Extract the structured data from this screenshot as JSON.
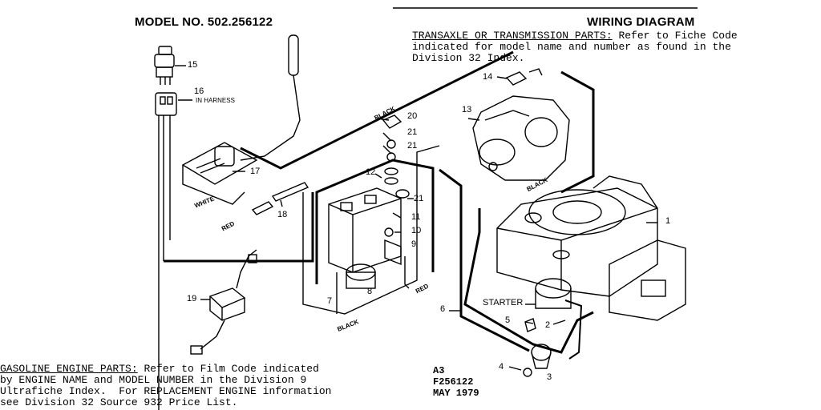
{
  "header": {
    "model": "MODEL NO. 502.256122",
    "title": "WIRING DIAGRAM"
  },
  "notes": {
    "transaxle_heading": "TRANSAXLE OR TRANSMISSION PARTS:",
    "transaxle_line1_rest": " Refer to Fiche Code",
    "transaxle_line2": "indicated for model name and number as found in the",
    "transaxle_line3": "Division 32 Index.",
    "engine_heading": "GASOLINE ENGINE PARTS:",
    "engine_line1_rest": " Refer to Film Code indicated",
    "engine_line2": "by ENGINE NAME and MODEL NUMBER in the Division 9",
    "engine_line3": "Ultrafiche Index.  For REPLACEMENT ENGINE information",
    "engine_line4": "see Division 32 Source 932 Price List."
  },
  "codes": {
    "line1": "A3",
    "line2": "F256122",
    "line3": "MAY 1979"
  },
  "part_labels": {
    "p1": "1",
    "p2": "2",
    "p3": "3",
    "p4": "4",
    "p5": "5",
    "p6": "6",
    "p7": "7",
    "p8": "8",
    "p9": "9",
    "p10": "10",
    "p11": "11",
    "p12": "12",
    "p13": "13",
    "p14": "14",
    "p15": "15",
    "p16": "16",
    "p17": "17",
    "p18": "18",
    "p19": "19",
    "p20": "20",
    "p21a": "21",
    "p21b": "21",
    "p21c": "21",
    "in_harness": "IN HARNESS",
    "starter": "STARTER"
  },
  "wire_labels": {
    "black_top": "BLACK",
    "white": "WHITE",
    "red_left": "RED",
    "black_bottom": "BLACK",
    "red_right": "RED",
    "black_right": "BLACK"
  }
}
